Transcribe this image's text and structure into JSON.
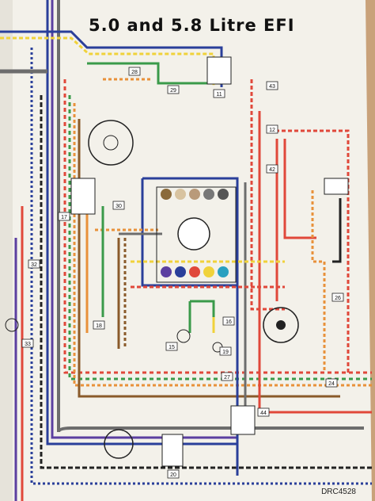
{
  "title": "5.0 and 5.8 Litre EFI",
  "drawing_ref": "DRC4528",
  "component_numbers": [
    "28",
    "29",
    "11",
    "43",
    "12",
    "42",
    "30",
    "17",
    "32",
    "26",
    "18",
    "16",
    "15",
    "19",
    "33",
    "27",
    "24",
    "44",
    "20"
  ],
  "colors": {
    "paper": "#f3f1ea",
    "table": "#c9a27a",
    "wire_red": "#e0483a",
    "wire_blue": "#2a3f9a",
    "wire_purple": "#5b3fa0",
    "wire_gray": "#6d6d6d",
    "wire_yellow": "#f0d23a",
    "wire_green": "#3a9a4a",
    "wire_orange": "#e8913a",
    "wire_brown": "#8a5a2a",
    "wire_black": "#222222"
  }
}
